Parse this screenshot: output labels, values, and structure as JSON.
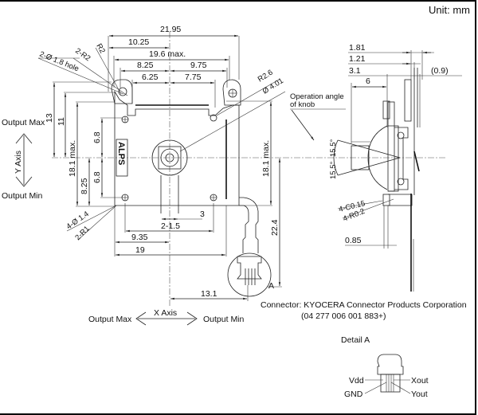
{
  "unit_label": "Unit: mm",
  "front_view": {
    "dims_horizontal": [
      "21.95",
      "10.25",
      "19.6  max.",
      "8.25",
      "9.75",
      "6.25",
      "7.75",
      "3",
      "2-1.5",
      "9.35",
      "19",
      "13.1"
    ],
    "dims_vertical": [
      "13",
      "11",
      "18.1 max.",
      "8.25",
      "6.8",
      "6.8",
      "18.1 max.",
      "22.4"
    ],
    "callouts": [
      "2-Ø 1.8 hole",
      "2-R2",
      "R2",
      "R2.6",
      "Ø 4.01",
      "4-Ø 1.4",
      "2-R1"
    ],
    "logo_text": "ALPS",
    "detail_marker": "A"
  },
  "side_view": {
    "dims": [
      "1.81",
      "1.21",
      "3.1",
      "(0.9)",
      "6",
      "0.85"
    ],
    "angles": [
      "15.5°",
      "15.5°"
    ],
    "callouts": [
      "4-C0.15",
      "4-R0.2"
    ],
    "operation_label_line1": "Operation angle",
    "operation_label_line2": "of knob"
  },
  "y_axis": {
    "label": "Y Axis",
    "max": "Output Max",
    "min": "Output Min"
  },
  "x_axis": {
    "label": "X Axis",
    "max": "Output Max",
    "min": "Output Min"
  },
  "connector": {
    "line1": "Connector: KYOCERA Connector Products Corporation",
    "line2": "(04 277 006 001 883+)"
  },
  "detail_a": {
    "title": "Detail A",
    "pins": {
      "vdd": "Vdd",
      "gnd": "GND",
      "xout": "Xout",
      "yout": "Yout"
    }
  }
}
